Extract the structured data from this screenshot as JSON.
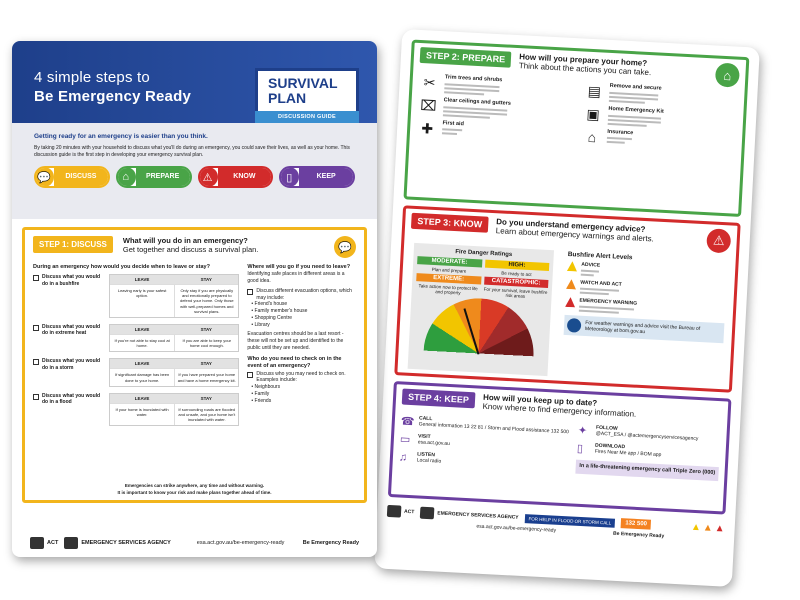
{
  "back": {
    "step2": {
      "tag": "STEP 2: PREPARE",
      "question": "How will you prepare your home?",
      "sub": "Think about the actions you can take.",
      "items": [
        {
          "title": "Trim trees and shrubs",
          "icon": "shears-icon"
        },
        {
          "title": "Remove and secure",
          "icon": "logs-icon"
        },
        {
          "title": "Clear ceilings and gutters",
          "icon": "gutter-icon"
        },
        {
          "title": "Home Emergency Kit",
          "icon": "backpack-icon"
        },
        {
          "title": "First aid",
          "icon": "first-aid-icon"
        },
        {
          "title": "Insurance",
          "icon": "house-hand-icon"
        }
      ]
    },
    "step3": {
      "tag": "STEP 3: KNOW",
      "question": "Do you understand emergency advice?",
      "sub": "Learn about emergency warnings and alerts.",
      "fire_title": "Fire Danger Ratings",
      "ratings": [
        {
          "label": "MODERATE:",
          "sub": "Plan and prepare",
          "color": "#49a447",
          "text": "#ffffff"
        },
        {
          "label": "HIGH:",
          "sub": "Be ready to act",
          "color": "#f2c500",
          "text": "#1a1a1a"
        },
        {
          "label": "EXTREME:",
          "sub": "Take action now to protect life and property",
          "color": "#ef8a1c",
          "text": "#ffffff"
        },
        {
          "label": "CATASTROPHIC:",
          "sub": "For your survival, leave bushfire risk areas",
          "color": "#d22b2b",
          "text": "#ffffff"
        }
      ],
      "alert_title": "Bushfire Alert Levels",
      "alerts": [
        {
          "label": "ADVICE",
          "color": "#f2c500"
        },
        {
          "label": "WATCH AND ACT",
          "color": "#ef8a1c"
        },
        {
          "label": "EMERGENCY WARNING",
          "color": "#d22b2b"
        }
      ],
      "bom_text": "For weather warnings and advice visit the Bureau of Meteorology at bom.gov.au",
      "bom_logo": "BOM"
    },
    "step4": {
      "tag": "STEP 4: KEEP",
      "question": "How will you keep up to date?",
      "sub": "Know where to find emergency information.",
      "call_label": "CALL",
      "call_text": "General information 13 22 81 / Storm and Flood assistance 132 500",
      "follow_label": "FOLLOW",
      "follow_text": "@ACT_ESA / @actemergencyservicesagency",
      "visit_label": "VISIT",
      "visit_text": "esa.act.gov.au",
      "download_label": "DOWNLOAD",
      "download_text": "Fires Near Me app / BOM app",
      "listen_label": "LISTEN",
      "listen_text": "Local radio",
      "threat_text": "In a life-threatening emergency call Triple Zero (000)"
    },
    "footer": {
      "act": "ACT",
      "agency": "EMERGENCY SERVICES AGENCY",
      "fire_code": "FOR HELP IN FLOOD OR STORM CALL",
      "phone": "132 500",
      "url": "esa.act.gov.au/be-emergency-ready",
      "tagline": "Be Emergency Ready"
    }
  },
  "front": {
    "header": {
      "line1": "4 simple steps to",
      "line2": "Be Emergency Ready",
      "badge_line1": "SURVIVAL",
      "badge_line2": "PLAN",
      "badge_sub": "DISCUSSION GUIDE"
    },
    "intro": {
      "lead": "Getting ready for an emergency is easier than you think.",
      "body": "By taking 20 minutes with your household to discuss what you'll do during an emergency, you could save their lives, as well as your home. This discussion guide is the first step in developing your emergency survival plan."
    },
    "steps": [
      {
        "label": "DISCUSS",
        "icon": "speech-bubbles-icon",
        "glyph": "💬"
      },
      {
        "label": "PREPARE",
        "icon": "house-icon",
        "glyph": "⌂"
      },
      {
        "label": "KNOW",
        "icon": "warning-triangle-icon",
        "glyph": "⚠"
      },
      {
        "label": "KEEP",
        "icon": "phone-icon",
        "glyph": "▯"
      }
    ],
    "discuss": {
      "tag": "STEP 1: DISCUSS",
      "question": "What will you do in an emergency?",
      "sub": "Get together and discuss a survival plan.",
      "prompt": "During an emergency how would you decide when to leave or stay?",
      "leave": "LEAVE",
      "stay": "STAY",
      "scenarios": [
        {
          "label": "Discuss what you would do in a bushfire",
          "leave": "Leaving early is your safest option.",
          "stay": "Only stay if you are physically and emotionally prepared to defend your home. Only those with well-prepared homes and survival plans."
        },
        {
          "label": "Discuss what you would do in extreme heat",
          "leave": "If you're not able to stay cool at home.",
          "stay": "If you are able to keep your home cool enough."
        },
        {
          "label": "Discuss what you would do in a storm",
          "leave": "If significant damage has been done to your home.",
          "stay": "If you have prepared your home and have a home emergency kit."
        },
        {
          "label": "Discuss what you would do in a flood",
          "leave": "If your home is inundated with water.",
          "stay": "If surrounding roads are flooded and unsafe, and your home isn't inundated with water."
        }
      ],
      "right_q1": "Where will you go if you need to leave?",
      "right_p1": "Identifying safe places in different areas is a good idea.",
      "right_p2": "Discuss different evacuation options, which may include:",
      "options": [
        "Friend's house",
        "Family member's house",
        "Shopping Centre",
        "Library"
      ],
      "right_p3": "Evacuation centres should be a last resort - these will not be set up and identified to the public until they are needed.",
      "right_q2": "Who do you need to check on in the event of an emergency?",
      "right_p4": "Discuss who you may need to check on. Examples include:",
      "people": [
        "Neighbours",
        "Family",
        "Friends"
      ],
      "foot1": "Emergencies can strike anywhere, any time and without warning.",
      "foot2": "It is important to know your risk and make plans together ahead of time."
    },
    "footer": {
      "act": "ACT",
      "agency": "EMERGENCY SERVICES AGENCY",
      "url": "esa.act.gov.au/be-emergency-ready",
      "tagline": "Be Emergency Ready"
    }
  },
  "colors": {
    "discuss": "#f2b51c",
    "prepare": "#49a447",
    "know": "#d22b2b",
    "keep": "#6b3fa0",
    "navy": "#1e3f8a"
  }
}
